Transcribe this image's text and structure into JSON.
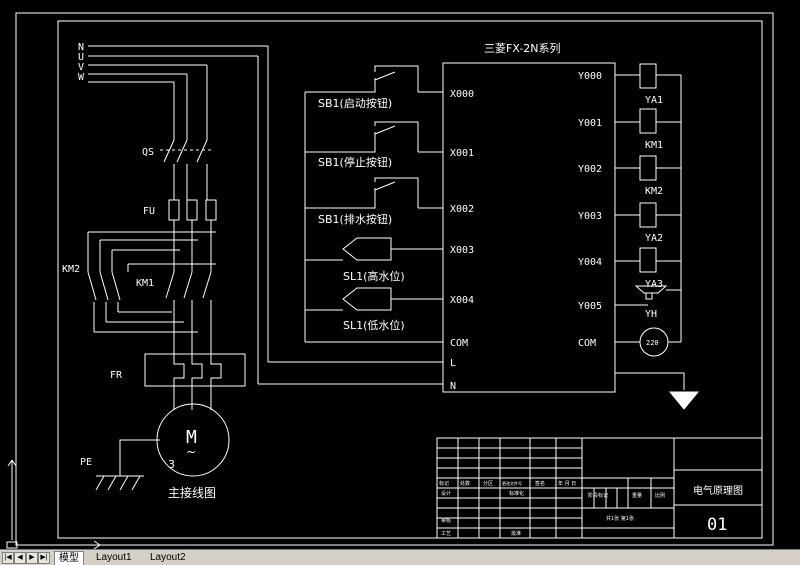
{
  "colors": {
    "background": "#000000",
    "line": "#ffffff",
    "tab_bar": "#d4d0c8"
  },
  "title": "三菱FX-2N系列",
  "power": {
    "n": "N",
    "u": "U",
    "v": "V",
    "w": "W"
  },
  "main": {
    "qs": "QS",
    "fu": "FU",
    "km2": "KM2",
    "km1": "KM1",
    "fr": "FR",
    "motor": "M",
    "motor_sub": "~",
    "motor_num": "3",
    "pe": "PE",
    "caption": "主接线图"
  },
  "inputs": [
    {
      "label": "SB1(启动按钮)",
      "port": "X000"
    },
    {
      "label": "SB1(停止按钮)",
      "port": "X001"
    },
    {
      "label": "SB1(排水按钮)",
      "port": "X002"
    },
    {
      "label": "SL1(高水位)",
      "port": "X003"
    },
    {
      "label": "SL1(低水位)",
      "port": "X004"
    }
  ],
  "plc_left": {
    "com": "COM",
    "l": "L",
    "n": "N"
  },
  "outputs": [
    {
      "port": "Y000",
      "label": "YA1"
    },
    {
      "port": "Y001",
      "label": "KM1"
    },
    {
      "port": "Y002",
      "label": "KM2"
    },
    {
      "port": "Y003",
      "label": "YA2"
    },
    {
      "port": "Y004",
      "label": "YA3"
    },
    {
      "port": "Y005",
      "label": "YH"
    }
  ],
  "plc_right": {
    "com": "COM",
    "voltage": "220"
  },
  "title_block": {
    "drawing_name": "电气原理图",
    "number": "01",
    "row_headers": [
      "标记",
      "处数",
      "分区",
      "更改文件号",
      "签名",
      "年 月 日"
    ],
    "designer": "设计",
    "standard": "标准化",
    "check": "审核",
    "process": "工艺",
    "approve": "批准",
    "stage": "阶段标记",
    "weight": "重量",
    "scale": "比例",
    "sheets": "共1张 第1张"
  },
  "tabs": {
    "model": "模型",
    "layout1": "Layout1",
    "layout2": "Layout2"
  }
}
